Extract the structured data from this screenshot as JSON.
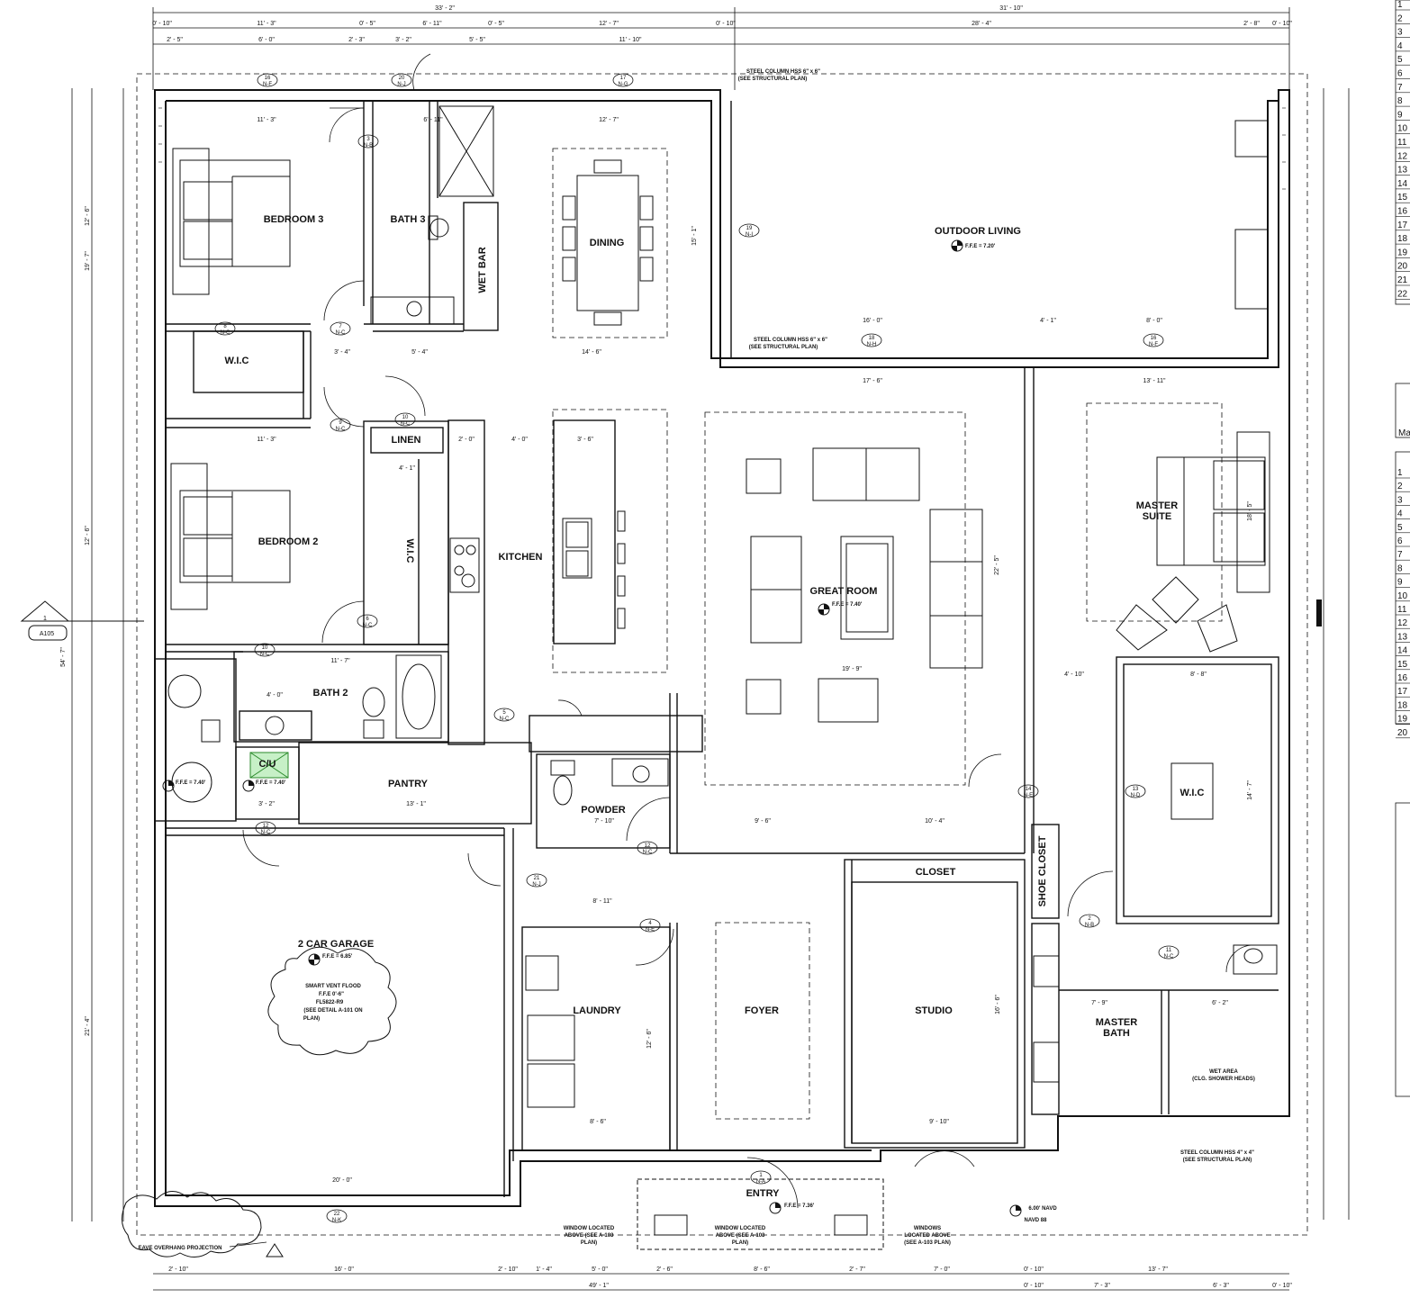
{
  "rooms": {
    "bedroom3": "BEDROOM 3",
    "bath3": "BATH 3",
    "wet_bar": "WET BAR",
    "dining": "DINING",
    "outdoor_living": "OUTDOOR LIVING",
    "wic_upper": "W.I.C",
    "linen": "LINEN",
    "kitchen": "KITCHEN",
    "bedroom2": "BEDROOM 2",
    "wic_bed2": "W.I.C",
    "great_room": "GREAT ROOM",
    "master_suite_1": "MASTER",
    "master_suite_2": "SUITE",
    "bath2": "BATH 2",
    "cu": "C/U",
    "pantry": "PANTRY",
    "powder": "POWDER",
    "wic_master": "W.I.C",
    "closet": "CLOSET",
    "shoe_closet": "SHOE CLOSET",
    "garage": "2 CAR GARAGE",
    "laundry": "LAUNDRY",
    "foyer": "FOYER",
    "studio": "STUDIO",
    "master_bath_1": "MASTER",
    "master_bath_2": "BATH",
    "entry": "ENTRY"
  },
  "ffe": {
    "outdoor": "F.F.E = 7.20'",
    "great_room": "F.F.E = 7.40'",
    "garage": "F.F.E = 6.85'",
    "mech1": "F.F.E = 7.40'",
    "mech2": "F.F.E = 7.40'",
    "entry": "F.F.E = 7.36'"
  },
  "notes": {
    "steel_col_1a": "STEEL COLUMN HSS 6\" x 6\"",
    "steel_col_1b": "(SEE STRUCTURAL PLAN)",
    "steel_col_2a": "STEEL COLUMN HSS 6\" x 6\"",
    "steel_col_2b": "(SEE STRUCTURAL PLAN)",
    "steel_col_3a": "STEEL COLUMN HSS 4\" x 4\"",
    "steel_col_3b": "(SEE STRUCTURAL PLAN)",
    "flood_1": "SMART VENT FLOOD",
    "flood_2": "F.F.E 0'-6\"",
    "flood_3": "FL5822-R9",
    "flood_4": "(SEE DETAIL A-101 ON",
    "flood_5": "PLAN)",
    "win14_1": "WINDOW LOCATED",
    "win14_2": "ABOVE (SEE A-103",
    "win14_3": "PLAN)",
    "win16_1": "WINDOW LOCATED",
    "win16_2": "ABOVE (SEE A-103",
    "win16_3": "PLAN)",
    "win15_1": "WINDOWS",
    "win15_2": "LOCATED ABOVE",
    "win15_3": "(SEE A-103 PLAN)",
    "wet_area_1": "WET AREA",
    "wet_area_2": "(CLG. SHOWER HEADS)",
    "eave": "EAVE OVERHANG PROJECTION",
    "navd_1": "6.00' NAVD",
    "navd_2": "NAVD 88",
    "section_num": "1",
    "section_ref": "A105"
  },
  "dimensions": {
    "top_overall_left": "33' - 2\"",
    "top_overall_right": "31' - 10\"",
    "row2": [
      "0' - 10\"",
      "11' - 3\"",
      "0' - 5\"",
      "6' - 11\"",
      "0' - 5\"",
      "12' - 7\"",
      "0' - 10\"",
      "28' - 4\"",
      "2' - 8\"",
      "0' - 10\""
    ],
    "row3": [
      "2' - 5\"",
      "6' - 0\"",
      "2' - 3\"",
      "3' - 2\"",
      "5' - 5\"",
      "11' - 10\""
    ],
    "bottom_overall": "49' - 1\"",
    "bottom_row": [
      "2' - 10\"",
      "16' - 0\"",
      "2' - 10\"",
      "1' - 4\"",
      "5' - 0\"",
      "2' - 6\"",
      "8' - 6\"",
      "2' - 7\"",
      "7' - 0\"",
      "0' - 10\"",
      "7' - 3\"",
      "6' - 3\"",
      "0' - 10\""
    ],
    "bottom_row_top": [
      "0' - 10\"",
      "13' - 7\""
    ],
    "left_overall": "54' - 7\"",
    "left_mid": [
      "12' - 6\"",
      "19' - 7\"",
      "12' - 6\"",
      "21' - 4\""
    ],
    "interior": [
      "11' - 3\"",
      "6' - 11\"",
      "12' - 7\"",
      "3' - 4\"",
      "5' - 4\"",
      "14' - 6\"",
      "16' - 0\"",
      "4' - 1\"",
      "8' - 0\"",
      "17' - 6\"",
      "13' - 11\"",
      "11' - 3\"",
      "4' - 1\"",
      "2' - 0\"",
      "4' - 0\"",
      "3' - 6\"",
      "11' - 7\"",
      "4' - 0\"",
      "13' - 1\"",
      "19' - 9\"",
      "9' - 6\"",
      "10' - 4\"",
      "8' - 11\"",
      "8' - 6\"",
      "20' - 0\"",
      "9' - 10\"",
      "7' - 9\"",
      "6' - 2\"",
      "8' - 8\"",
      "4' - 10\"",
      "7' - 10\"",
      "3' - 2\"",
      "22' - 5\"",
      "15' - 1\"",
      "12' - 6\"",
      "16' - 6\"",
      "14' - 7\"",
      "18' - 5\""
    ]
  },
  "tags": {
    "t16_NF": [
      "16",
      "N-F"
    ],
    "t20_NJ": [
      "20",
      "N-J"
    ],
    "t17_NG": [
      "17",
      "N-G"
    ],
    "t3_NB": [
      "3",
      "N-B"
    ],
    "t8_NC": [
      "8",
      "N-C"
    ],
    "t7_NC": [
      "7",
      "N-C"
    ],
    "t19_NI": [
      "19",
      "N-I"
    ],
    "t18_NH": [
      "18",
      "N-H"
    ],
    "t16_NF2": [
      "16",
      "N-F"
    ],
    "t9_NC": [
      "9",
      "N-C"
    ],
    "t10_NC": [
      "10",
      "N-C"
    ],
    "t6_NC": [
      "6",
      "N-C"
    ],
    "t10_NC2": [
      "10",
      "N-C"
    ],
    "t5_NC": [
      "5",
      "N-C"
    ],
    "t12_NC": [
      "12",
      "N-C"
    ],
    "t12_NC2": [
      "12",
      "N-C"
    ],
    "t21_NJ": [
      "21",
      "N-J"
    ],
    "t4_NE": [
      "4",
      "N-E"
    ],
    "t14_NE": [
      "14",
      "N-E"
    ],
    "t13_ND": [
      "13",
      "N-D"
    ],
    "t2_NB": [
      "2",
      "N-B"
    ],
    "t11_NC": [
      "11",
      "N-C"
    ],
    "t22_NK": [
      "22",
      "N-K"
    ],
    "t1_NA": [
      "1",
      "N-A"
    ]
  },
  "schedule_rows": [
    "1",
    "2",
    "3",
    "4",
    "5",
    "6",
    "7",
    "8",
    "9",
    "10",
    "11",
    "12",
    "13",
    "14",
    "15",
    "16",
    "17",
    "18",
    "19",
    "20",
    "21",
    "22"
  ],
  "schedule2_rows": [
    "1",
    "2",
    "3",
    "4",
    "5",
    "6",
    "7",
    "8",
    "9",
    "10",
    "11",
    "12",
    "13",
    "14",
    "15",
    "16",
    "17",
    "18",
    "19",
    "20"
  ],
  "schedule_ma": "Ma",
  "colors": {
    "line": "#111111",
    "cu_fill": "#c7f0c7",
    "cu_stroke": "#2b8a2b"
  }
}
